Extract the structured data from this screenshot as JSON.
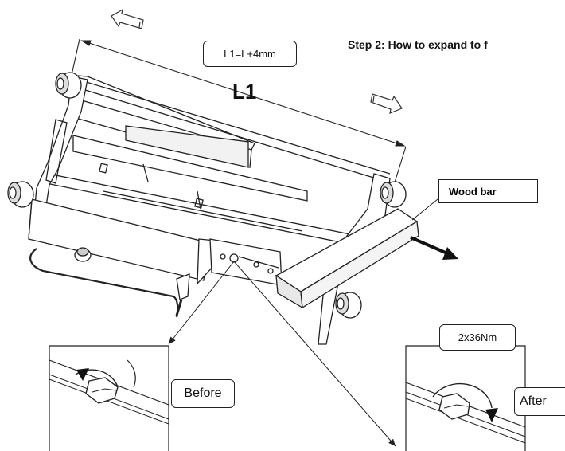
{
  "heading": "Step 2: How to expand to f",
  "dimension": {
    "formula_label": "L1=L+4mm",
    "length_label": "L1"
  },
  "callouts": {
    "wood_bar": "Wood bar",
    "torque": "2x36Nm",
    "before": "Before",
    "after": "After"
  },
  "colors": {
    "line": "#222222",
    "background": "#ffffff"
  }
}
